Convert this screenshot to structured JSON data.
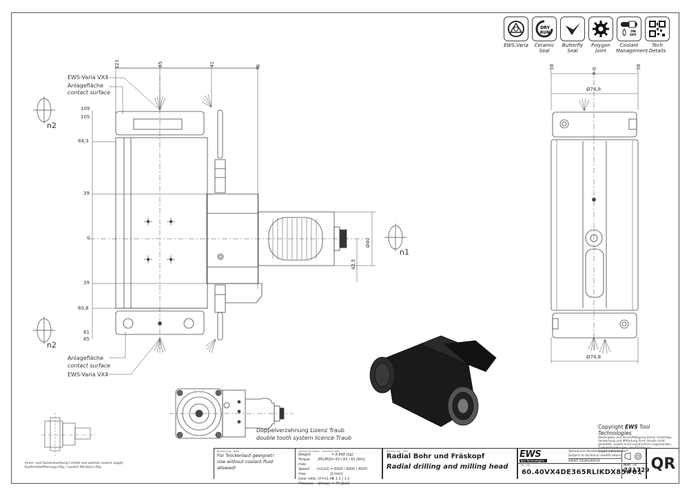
{
  "feature_icons": [
    {
      "name": "ews-varia-icon",
      "label_line1": "EWS.Varia",
      "label_line2": ""
    },
    {
      "name": "ceramic-seal-icon",
      "label_line1": "Ceramic",
      "label_line2": "Seal",
      "glyph_text_1": "DRY",
      "glyph_text_2": "RUN"
    },
    {
      "name": "butterfly-seal-icon",
      "label_line1": "Butterfly",
      "label_line2": "Seal"
    },
    {
      "name": "polygon-joint-icon",
      "label_line1": "Polygon",
      "label_line2": "Joint"
    },
    {
      "name": "coolant-management-icon",
      "label_line1": "Coolant",
      "label_line2": "Management",
      "glyph_text_1": "ON",
      "glyph_text_2": "OFF"
    },
    {
      "name": "qr-code-icon",
      "label_line1": "Tech",
      "label_line2": "Details"
    }
  ],
  "front_view": {
    "top_dims": [
      "123",
      "85",
      "41",
      "0"
    ],
    "left_dims": [
      "109",
      "105",
      "84,3",
      "39",
      "0",
      "39",
      "60,8",
      "81",
      "85"
    ],
    "top_label": {
      "line1": "EWS-Varia VX4",
      "line2": "Anlagefläche",
      "line3": "contact surface"
    },
    "bottom_label": {
      "line1": "Anlagefläche",
      "line2": "contact surface",
      "line3": "EWS-Varia VX4"
    },
    "rotation_top": "n2",
    "rotation_bottom": "n2",
    "rotation_spindle": "n1",
    "spindle_dia": "Ø40",
    "spindle_offset": "42,5"
  },
  "side_view": {
    "top_dims": [
      "38",
      "0",
      "38"
    ],
    "dia_top": "Ø74,8",
    "dia_bottom": "Ø74,8"
  },
  "plan_view": {
    "caption_de": "Doppelverzahnung Lizenz Traub",
    "caption_en": "double tooth system licence Traub"
  },
  "coolant_schematic": {
    "caption_line1": "Innen- und Aussenkuehlung / Inside and outside coolant supply",
    "caption_line2": "Kuehlmittelfilterung<50µ / coolant filtration<50µ"
  },
  "copyright": {
    "heading_prefix": "Copyright ",
    "heading_brand": "EWS",
    "heading_suffix": " Tool Technologies",
    "body": "Weitergabe und Vervielfältigung dieser Unterlage, Verwertung und Mitteilung ihres Inhalts nicht gestattet, soweit nicht ausdrücklich zugestanden. Zuwiderhandlungen verpflichten zu Schadenersatz."
  },
  "title_block": {
    "note_header": "Bemerkung - Note",
    "note_de": "Für Trockenlauf geeignet!",
    "note_en": "Use without coolant fluid allowed!",
    "tech_header": "Technische Daten - technical data",
    "tech_rows": [
      {
        "label": "Weight",
        "sym": "",
        "value": "= 8.868  [kg]"
      },
      {
        "label": "Torque max",
        "sym": "(M1/M2)",
        "value": "= 63 / 63 | 63 [Nm]"
      },
      {
        "label": "Speed max",
        "sym": "(n1/n2)",
        "value": "= 6000 / 6000 | 6000 [1/min]"
      },
      {
        "label": "Gear ratio",
        "sym": "(i)=n1:n2",
        "value": "= 1:1 | 1:1"
      },
      {
        "label": "Pressure",
        "sym": "(pmax)",
        "value": "= 70 [bar]"
      }
    ],
    "title_header": "Benennung - Title",
    "title_de": "Radial Bohr und Fräskopf",
    "title_en": "Radial drilling and milling head",
    "company_logo": "EWS",
    "company_sub": "Tool Technologies",
    "change_note_de": "Technische Aenderungen vorbehalten!",
    "change_note_en": "Subject to technical modifications!",
    "ident": "IDENT: DEWS260VI3",
    "rev": "REV.: -/A",
    "partno_header": "Nr. - No.",
    "partno": "60.40VX4DE365RLIKDX85#01",
    "sheet_header": "Sheet",
    "sheet_no": "231729",
    "qr_label": "QR"
  }
}
